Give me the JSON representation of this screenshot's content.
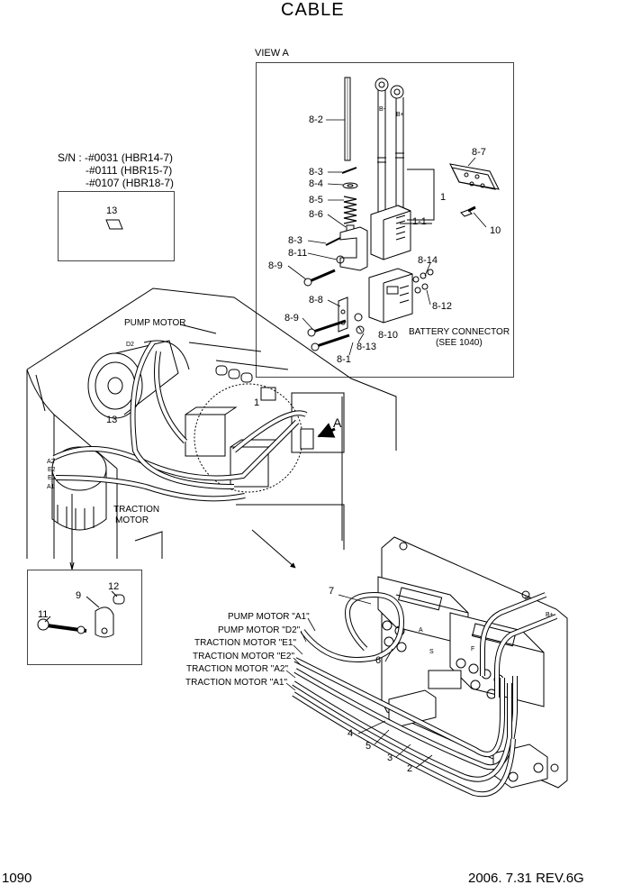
{
  "page": {
    "title": "CABLE",
    "page_number": "1090",
    "revision": "2006. 7.31  REV.6G"
  },
  "view_a": {
    "title": "VIEW A",
    "parts": [
      "8-2",
      "8-3",
      "8-4",
      "8-5",
      "8-6",
      "8-3",
      "8-11",
      "8-9",
      "8-8",
      "8-9",
      "8-7",
      "10",
      "1",
      "1-1",
      "8-14",
      "8-12",
      "8-10",
      "8-13",
      "8-1"
    ],
    "battery_connector": [
      "BATTERY CONNECTOR",
      "(SEE 1040)"
    ],
    "pole_marks": [
      "B-",
      "B+"
    ]
  },
  "serial": {
    "lines": [
      "S/N : -#0031 (HBR14-7)",
      "-#0111 (HBR15-7)",
      "-#0107 (HBR18-7)"
    ],
    "part": "13"
  },
  "main": {
    "pump_motor": "PUMP MOTOR",
    "traction_motor": [
      "TRACTION",
      "MOTOR"
    ],
    "part_13": "13",
    "part_1": "1",
    "view_arrow": "A",
    "terminal_marks": [
      "D2",
      "A2",
      "E2",
      "E1",
      "A1"
    ]
  },
  "detail": {
    "parts": [
      "12",
      "9",
      "11"
    ]
  },
  "cables": {
    "labels": [
      "PUMP MOTOR \"A1\"",
      "PUMP MOTOR \"D2\"",
      "TRACTION MOTOR \"E1\"",
      "TRACTION MOTOR \"E2\"",
      "TRACTION MOTOR \"A2\"",
      "TRACTION MOTOR \"A1\""
    ],
    "parts": [
      "7",
      "6",
      "4",
      "5",
      "3",
      "2"
    ],
    "pole_marks": [
      "B-",
      "B+",
      "F",
      "S",
      "A"
    ]
  }
}
